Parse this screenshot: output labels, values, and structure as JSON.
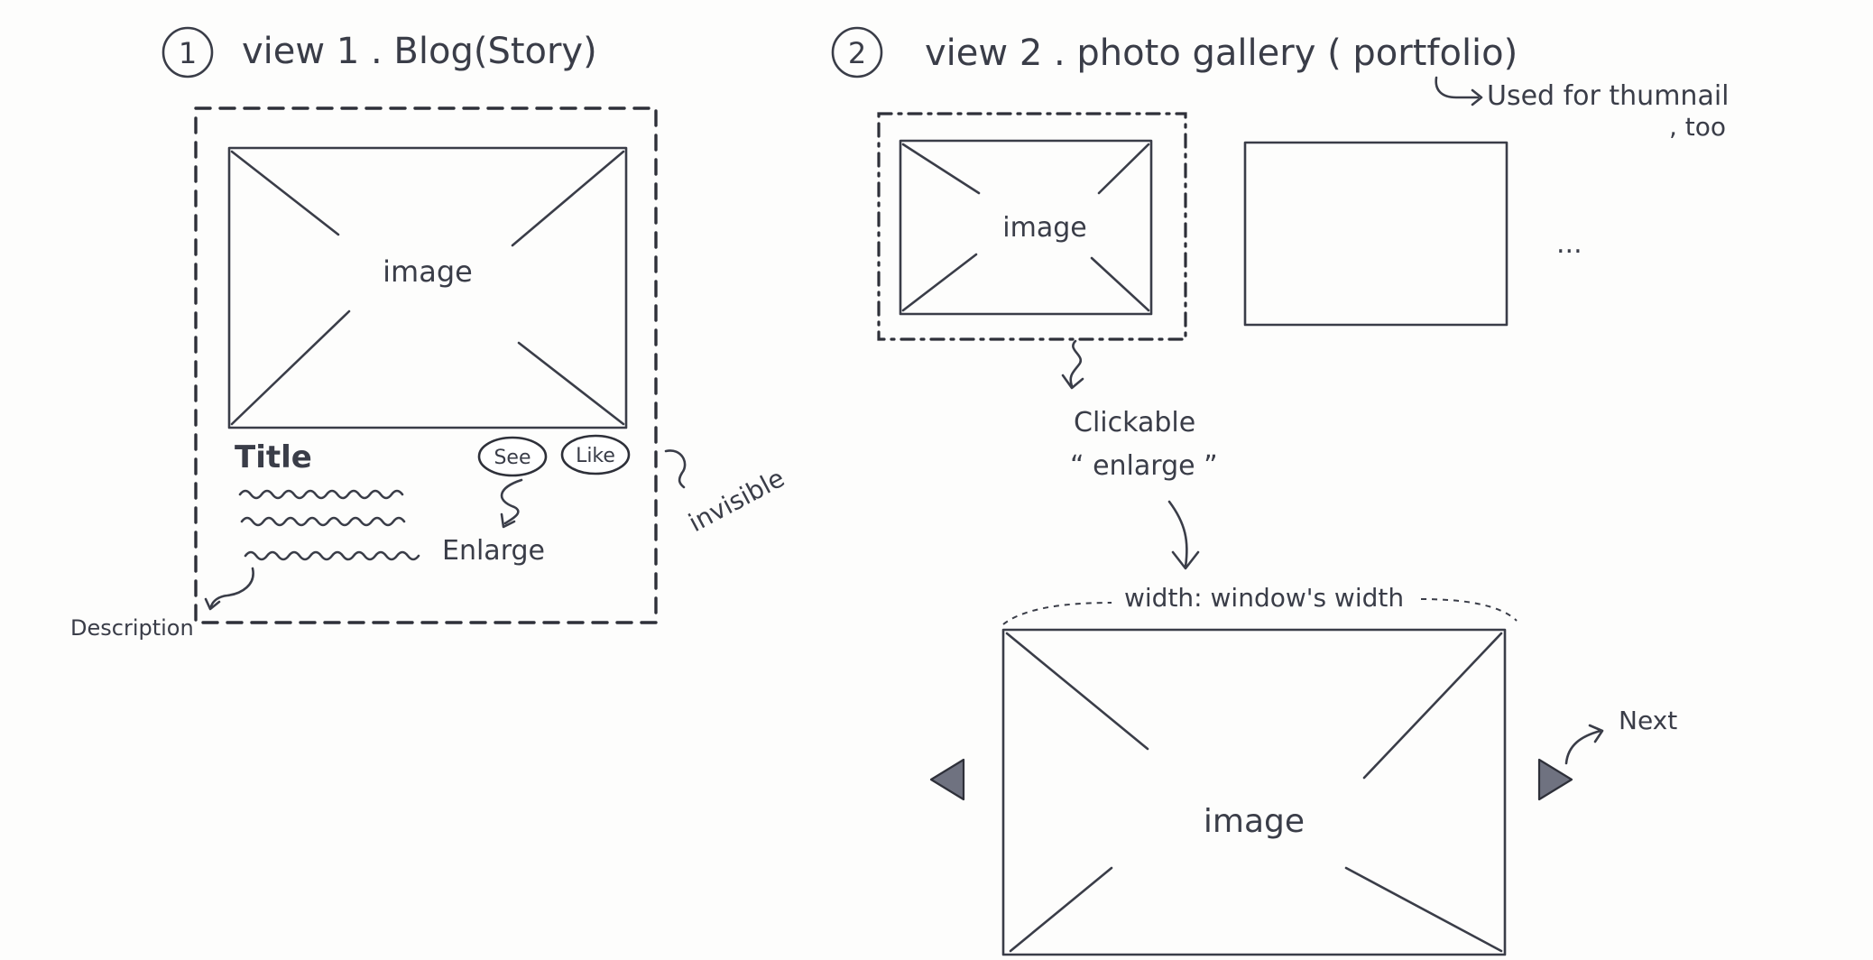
{
  "view1": {
    "number": "1",
    "heading": "view 1 . Blog(Story)",
    "image_label": "image",
    "title": "Title",
    "see_button": "See",
    "like_button": "Like",
    "enlarge_note": "Enlarge",
    "invisible_note": "invisible",
    "description_note": "Description"
  },
  "view2": {
    "number": "2",
    "heading": "view 2 . photo gallery ( portfolio)",
    "thumbnail_note": "Used for thumnail",
    "thumbnail_note_2": ", too",
    "thumb_image_label": "image",
    "more": "...",
    "clickable_note": "Clickable",
    "enlarge_quote": "“ enlarge ”",
    "width_note": "width: window's width",
    "large_image_label": "image",
    "next_note": "Next"
  }
}
